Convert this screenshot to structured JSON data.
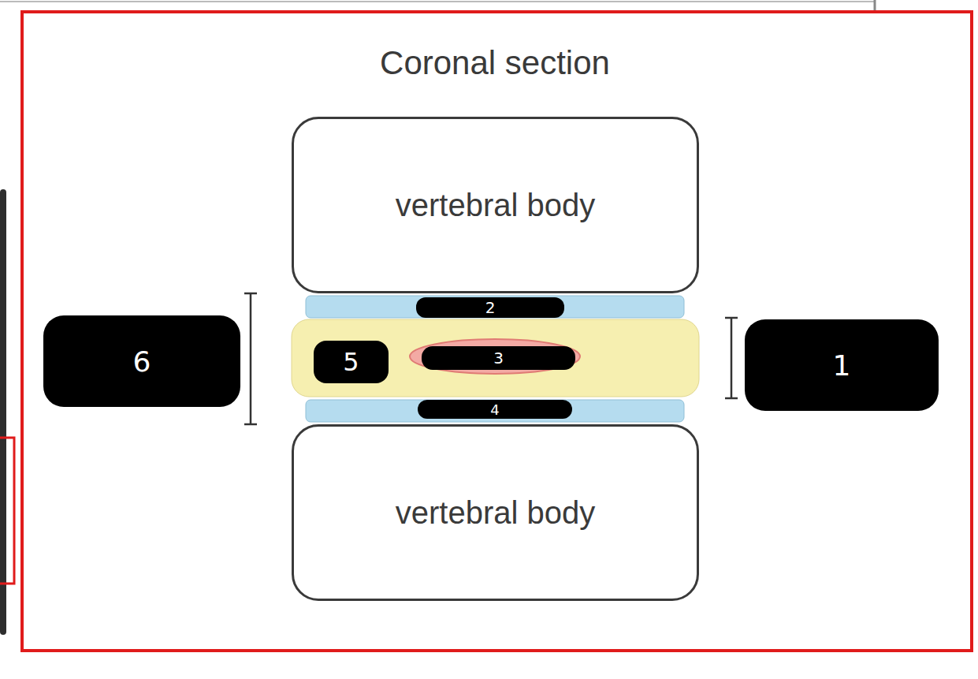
{
  "diagram": {
    "title": "Coronal section",
    "nodes": [
      {
        "text": [
          "vertebral body"
        ]
      },
      {
        "text": [
          "vertebral body"
        ]
      }
    ],
    "labels": [
      "2",
      "6",
      "5",
      "3",
      "1",
      "4"
    ]
  }
}
